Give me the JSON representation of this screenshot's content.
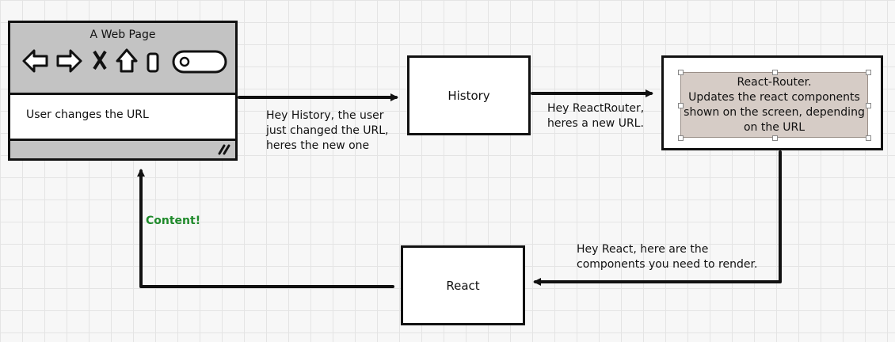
{
  "browser": {
    "title": "A Web Page",
    "body_text": "User changes the URL"
  },
  "nodes": {
    "history": "History",
    "react_router": "React-Router.\nUpdates the react components\nshown on the screen, depending\non the URL",
    "react": "React"
  },
  "edges": {
    "browser_to_history": "Hey History, the user\njust changed the URL,\nheres the new one",
    "history_to_router": "Hey ReactRouter,\nheres a new URL.",
    "router_to_react": "Hey React, here are the\ncomponents you need to render.",
    "react_to_browser": "Content!"
  },
  "colors": {
    "content_label": "#1f8a2b",
    "router_fill": "#d6ccc6",
    "browser_chrome": "#c3c3c3"
  }
}
